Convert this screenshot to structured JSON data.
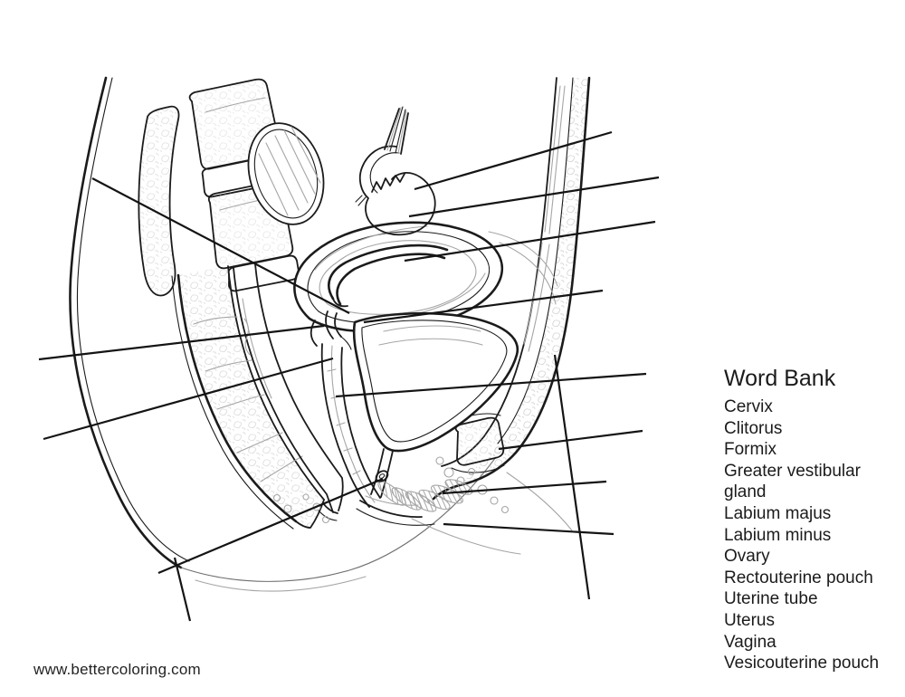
{
  "wordbank": {
    "title": "Word Bank",
    "items": [
      "Cervix",
      "Clitorus",
      "Formix",
      "Greater vestibular gland",
      "Labium majus",
      "Labium minus",
      "Ovary",
      "Rectouterine pouch",
      "Uterine tube",
      "Uterus",
      "Vagina",
      "Vesicouterine pouch"
    ]
  },
  "footer": {
    "watermark": "www.bettercoloring.com"
  },
  "colors": {
    "background": "#ffffff",
    "ink": "#1b1b1b",
    "line_light": "#a6a6a6",
    "leader": "#141414"
  }
}
